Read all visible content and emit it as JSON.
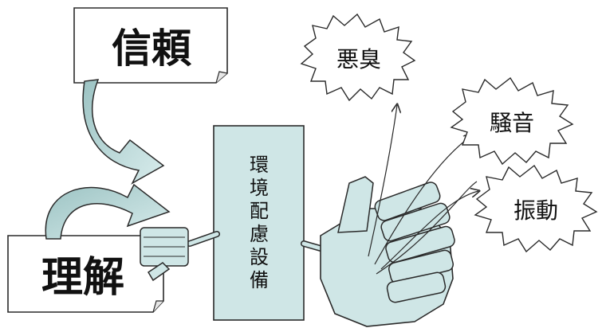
{
  "labels": {
    "trust": "信頼",
    "understanding": "理解",
    "environment": [
      "環",
      "境",
      "配",
      "慮",
      "設",
      "備"
    ],
    "odor": "悪臭",
    "noise": "騒音",
    "vibration": "振動"
  },
  "colors": {
    "fill": "#cfe6e6",
    "fill_dark": "#a9c9c9",
    "stroke": "#2a2a2a",
    "paper": "#ffffff"
  }
}
